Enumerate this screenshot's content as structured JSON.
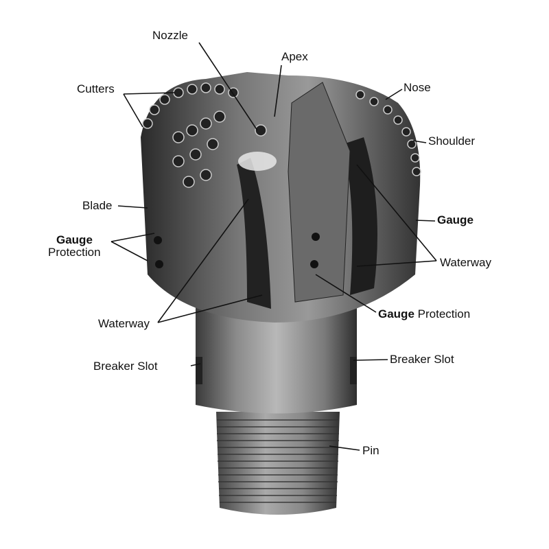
{
  "labels": {
    "nozzle": "Nozzle",
    "apex": "Apex",
    "cutters": "Cutters",
    "nose": "Nose",
    "shoulder": "Shoulder",
    "blade": "Blade",
    "gauge": "Gauge",
    "gauge_protection_left_bold": "Gauge",
    "gauge_protection_left_rest": "Protection",
    "waterway_right": "Waterway",
    "waterway_left": "Waterway",
    "gauge_protection_right_bold": "Gauge",
    "gauge_protection_right_rest": "Protection",
    "breaker_slot_left": "Breaker Slot",
    "breaker_slot_right": "Breaker Slot",
    "pin": "Pin"
  }
}
